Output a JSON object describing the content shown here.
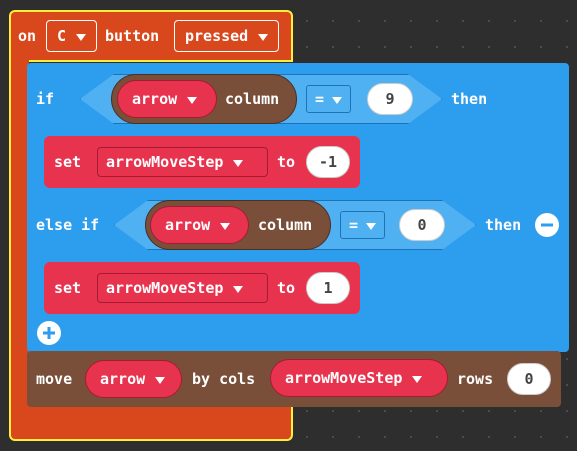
{
  "event": {
    "on_label": "on",
    "button_value": "C",
    "button_label": "button",
    "action_value": "pressed"
  },
  "if_block": {
    "if_label": "if",
    "then_label": "then",
    "condition": {
      "sprite": "arrow",
      "property": "column",
      "operator": "=",
      "value": "9"
    },
    "set": {
      "set_label": "set",
      "variable": "arrowMoveStep",
      "to_label": "to",
      "value": "-1"
    }
  },
  "else_if_block": {
    "else_if_label": "else if",
    "then_label": "then",
    "condition": {
      "sprite": "arrow",
      "property": "column",
      "operator": "=",
      "value": "0"
    },
    "set": {
      "set_label": "set",
      "variable": "arrowMoveStep",
      "to_label": "to",
      "value": "1"
    }
  },
  "move_block": {
    "move_label": "move",
    "sprite": "arrow",
    "by_cols_label": "by cols",
    "cols_variable": "arrowMoveStep",
    "rows_label": "rows",
    "rows_value": "0"
  },
  "icons": {
    "dropdown": "chevron-down-icon",
    "remove": "minus-circle-icon",
    "add": "plus-circle-icon"
  },
  "colors": {
    "workspace": "#2e2e2e",
    "event_block": "#d9471c",
    "selection_outline": "#ffef3a",
    "logic_block": "#2d9ded",
    "variable_block": "#e8334f",
    "sprite_block": "#7a4f3a"
  }
}
